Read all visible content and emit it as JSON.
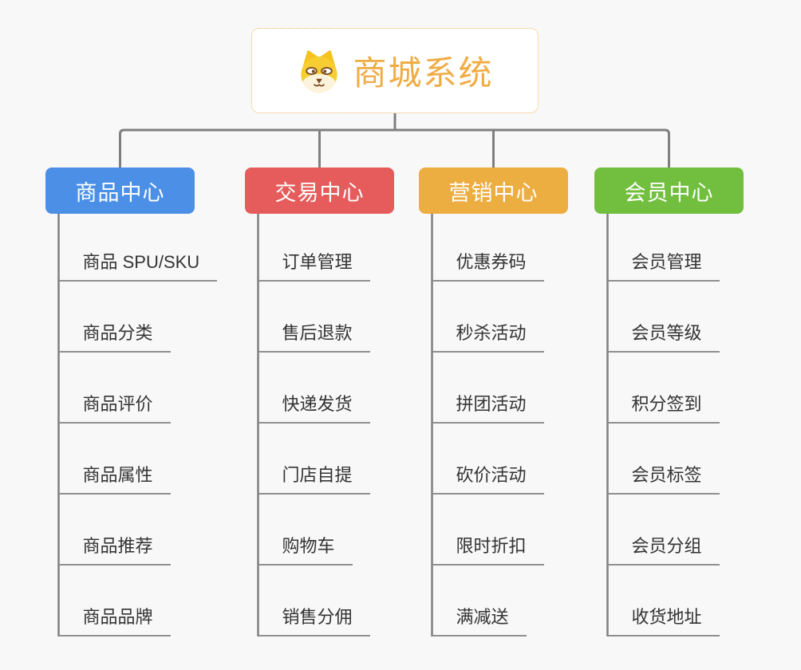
{
  "root": {
    "title": "商城系统",
    "icon": "shiba-dog-face-icon"
  },
  "branches": [
    {
      "label": "商品中心",
      "color": "#4B90E6",
      "children": [
        "商品 SPU/SKU",
        "商品分类",
        "商品评价",
        "商品属性",
        "商品推荐",
        "商品品牌"
      ]
    },
    {
      "label": "交易中心",
      "color": "#E65C5C",
      "children": [
        "订单管理",
        "售后退款",
        "快递发货",
        "门店自提",
        "购物车",
        "销售分佣"
      ]
    },
    {
      "label": "营销中心",
      "color": "#ECAD41",
      "children": [
        "优惠券码",
        "秒杀活动",
        "拼团活动",
        "砍价活动",
        "限时折扣",
        "满减送"
      ]
    },
    {
      "label": "会员中心",
      "color": "#72BF3F",
      "children": [
        "会员管理",
        "会员等级",
        "积分签到",
        "会员标签",
        "会员分组",
        "收货地址"
      ]
    }
  ],
  "colors": {
    "background": "#F8F8F8",
    "root_text": "#F0AC44",
    "root_border": "#F2B558",
    "connector": "#7F7F7F",
    "leaf_underline": "#8F8F8F",
    "leaf_text": "#333333",
    "icon_yellow": "#F7CD31",
    "icon_cream": "#FCF3DC",
    "icon_brown": "#7A4A1F"
  }
}
